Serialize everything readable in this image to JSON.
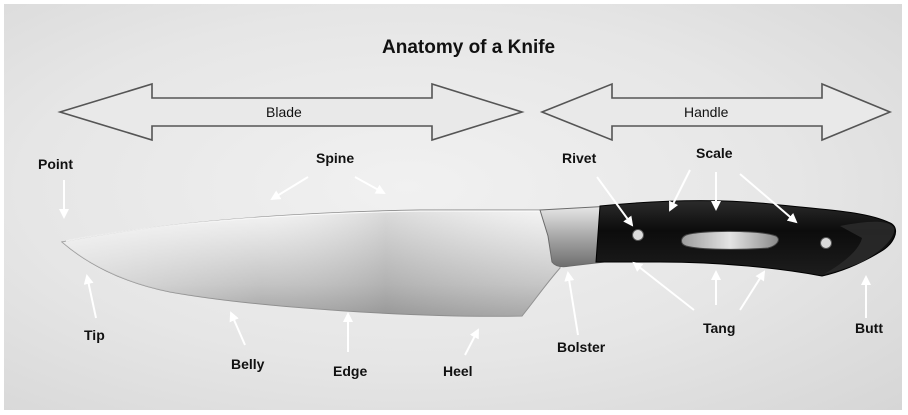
{
  "title": "Anatomy of a Knife",
  "regions": {
    "blade": "Blade",
    "handle": "Handle"
  },
  "parts": {
    "point": "Point",
    "spine": "Spine",
    "rivet": "Rivet",
    "scale": "Scale",
    "tip": "Tip",
    "belly": "Belly",
    "edge": "Edge",
    "heel": "Heel",
    "bolster": "Bolster",
    "tang": "Tang",
    "butt": "Butt"
  },
  "colors": {
    "background": "#e6e6e6",
    "text": "#111111",
    "arrow_outline": "#555555",
    "pointer": "#ffffff",
    "handle": "#111111",
    "blade": "#c8c8c8"
  }
}
